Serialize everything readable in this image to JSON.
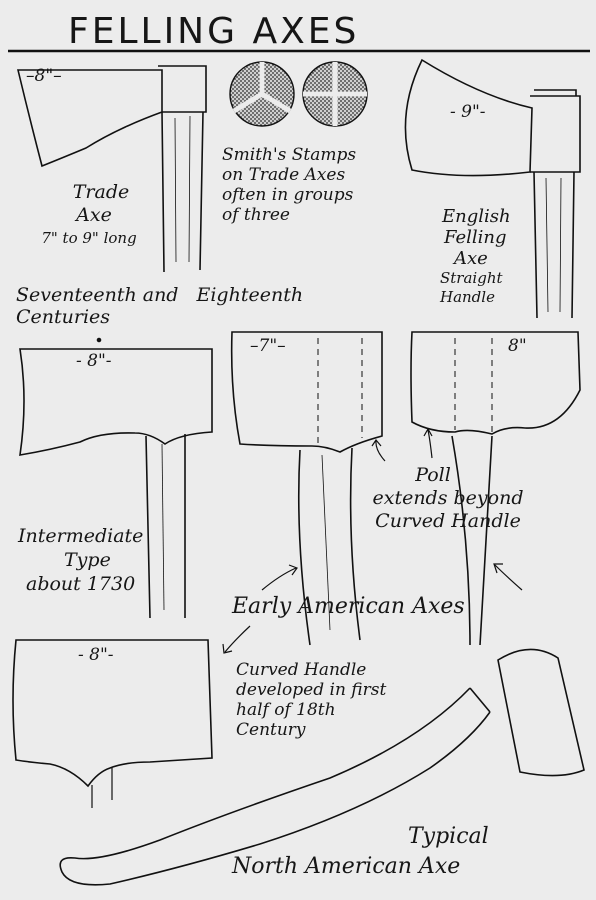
{
  "title": "FELLING AXES",
  "dimensions": {
    "trade": "–8\"–",
    "english": "- 9\"-",
    "intermediate": "- 8\"-",
    "early_left": "–7\"–",
    "early_right": "8\"",
    "curved": "- 8\"-"
  },
  "trade_axe": {
    "line1": "Trade",
    "line2": "Axe",
    "line3": "7\" to 9\" long"
  },
  "stamps": {
    "line1": "Smith's Stamps",
    "line2": "on Trade Axes",
    "line3": "often in groups",
    "line4": "of three"
  },
  "english": {
    "line1": "English",
    "line2": "Felling",
    "line3": "Axe",
    "line4": "Straight",
    "line5": "Handle"
  },
  "centuries": {
    "part1": "Seventeenth  and",
    "part2": "Eighteenth",
    "line2": "Centuries"
  },
  "intermediate": {
    "line1": "Intermediate",
    "line2": "Type",
    "line3": "about 1730"
  },
  "poll": {
    "line1": "Poll",
    "line2": "extends  beyond",
    "line3": "Curved Handle"
  },
  "early_american": "Early   American   Axes",
  "curved_handle": {
    "line1": "Curved Handle",
    "line2": "developed in first",
    "line3": "half of 18th",
    "line4": "Century"
  },
  "typical": {
    "line1": "Typical",
    "line2": "North American Axe"
  }
}
